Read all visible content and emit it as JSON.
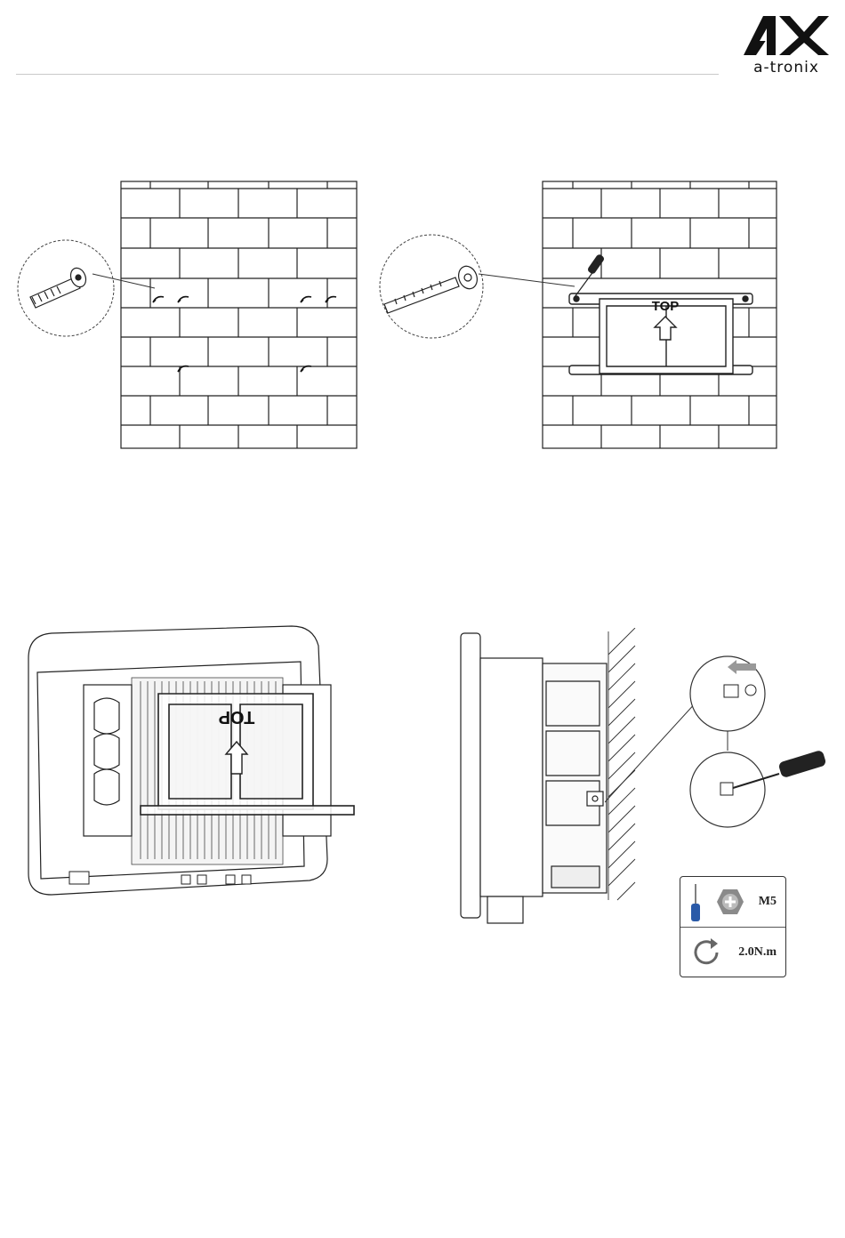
{
  "brand": {
    "name": "a-tronix",
    "mark": "AX"
  },
  "step1": {
    "bracket_label": "TOP"
  },
  "step2": {
    "bracket_label_mirrored": "TOP"
  },
  "spec_card": {
    "screw_size": "M5",
    "torque": "2.0N.m",
    "icons": [
      "screwdriver-icon",
      "phillips-screw-head-icon",
      "rotate-clockwise-icon"
    ]
  }
}
